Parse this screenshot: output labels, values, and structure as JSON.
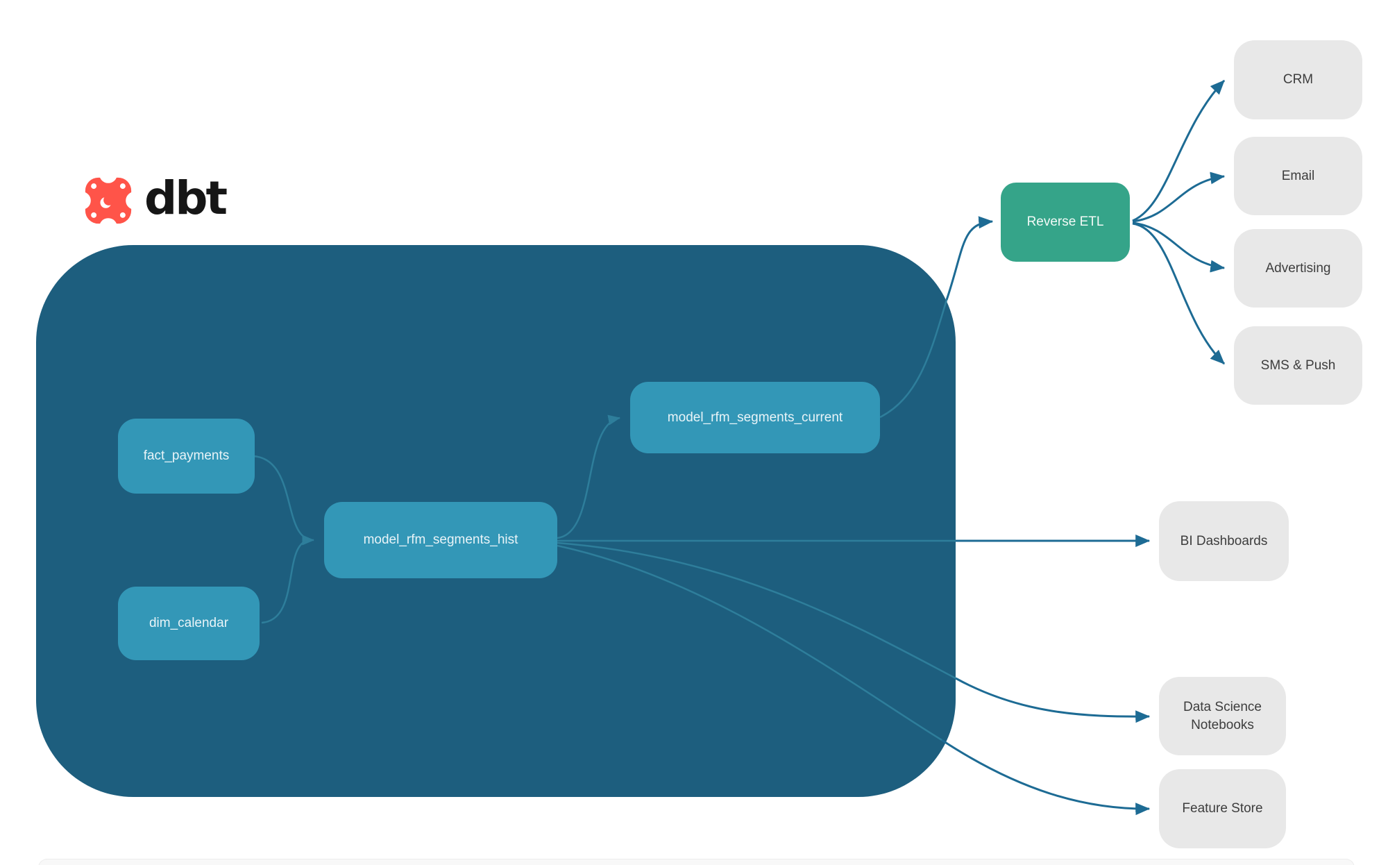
{
  "logo": {
    "brand": "dbt",
    "icon": "dbt-logo-icon"
  },
  "warehouse_nodes": {
    "fact_payments": {
      "label": "fact_payments"
    },
    "dim_calendar": {
      "label": "dim_calendar"
    },
    "model_rfm_segments_hist": {
      "label": "model_rfm_segments_hist"
    },
    "model_rfm_segments_current": {
      "label": "model_rfm_segments_current"
    }
  },
  "reverse_etl": {
    "label": "Reverse ETL"
  },
  "destinations": {
    "crm": {
      "label": "CRM"
    },
    "email": {
      "label": "Email"
    },
    "advertising": {
      "label": "Advertising"
    },
    "sms_push": {
      "label": "SMS & Push"
    }
  },
  "outputs": {
    "bi_dashboards": {
      "label": "BI Dashboards"
    },
    "data_science_notebooks": {
      "label": "Data Science Notebooks"
    },
    "feature_store": {
      "label": "Feature Store"
    }
  },
  "edges": [
    "fact_payments -> model_rfm_segments_hist",
    "dim_calendar -> model_rfm_segments_hist",
    "model_rfm_segments_hist -> model_rfm_segments_current",
    "model_rfm_segments_current -> Reverse ETL",
    "Reverse ETL -> CRM",
    "Reverse ETL -> Email",
    "Reverse ETL -> Advertising",
    "Reverse ETL -> SMS & Push",
    "model_rfm_segments_hist -> BI Dashboards",
    "model_rfm_segments_hist -> Data Science Notebooks",
    "model_rfm_segments_hist -> Feature Store"
  ],
  "colors": {
    "container_bg": "#1d5e7e",
    "model_node_bg": "#3397b7",
    "model_node_text": "#e9f4f8",
    "reverse_etl_bg": "#35a489",
    "destination_bg": "#e8e8e8",
    "destination_text": "#3d3d3d",
    "arrow_outer": "#1d6b94",
    "arrow_inner": "#2e7e9b",
    "logo_orange": "#ff5449",
    "wordmark": "#161616"
  }
}
